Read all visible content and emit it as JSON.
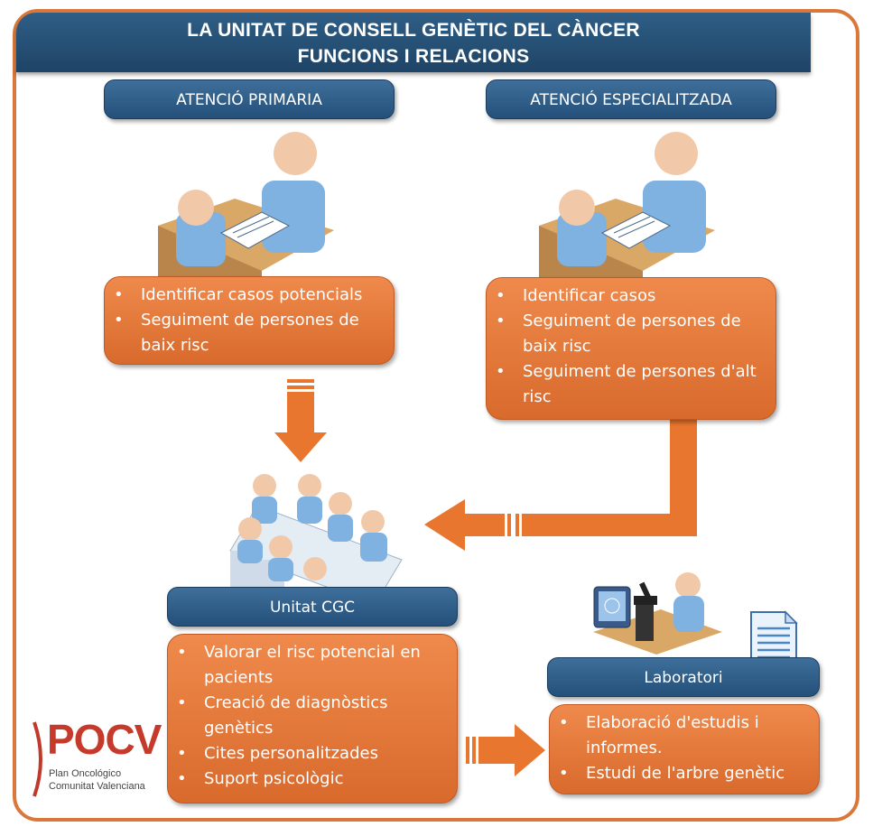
{
  "title": {
    "line1": "LA UNITAT DE CONSELL GENÈTIC DEL CÀNCER",
    "line2": "FUNCIONS I RELACIONS"
  },
  "primary": {
    "label": "ATENCIÓ PRIMARIA",
    "items": [
      "Identificar casos potencials",
      "Seguiment de persones de baix risc"
    ]
  },
  "specialized": {
    "label": "ATENCIÓ ESPECIALITZADA",
    "items": [
      "Identificar casos",
      "Seguiment de persones de baix risc",
      "Seguiment de persones d'alt risc"
    ]
  },
  "unit": {
    "label": "Unitat CGC",
    "items": [
      "Valorar el risc potencial en pacients",
      "Creació de diagnòstics genètics",
      "Cites personalitzades",
      "Suport psicològic"
    ]
  },
  "laboratory": {
    "label": "Laboratori",
    "items": [
      "Elaboració d'estudis i informes.",
      "Estudi de l'arbre genètic"
    ]
  },
  "logo": {
    "name": "POCV",
    "line1": "Plan Oncológico",
    "line2": "Comunitat Valenciana"
  },
  "colors": {
    "frame": "#d9783a",
    "banner": "#24507a",
    "box": "#e37a3c",
    "arrow": "#e8762e"
  },
  "icons": [
    "consultation-icon",
    "meeting-icon",
    "microscope-icon",
    "document-icon"
  ]
}
